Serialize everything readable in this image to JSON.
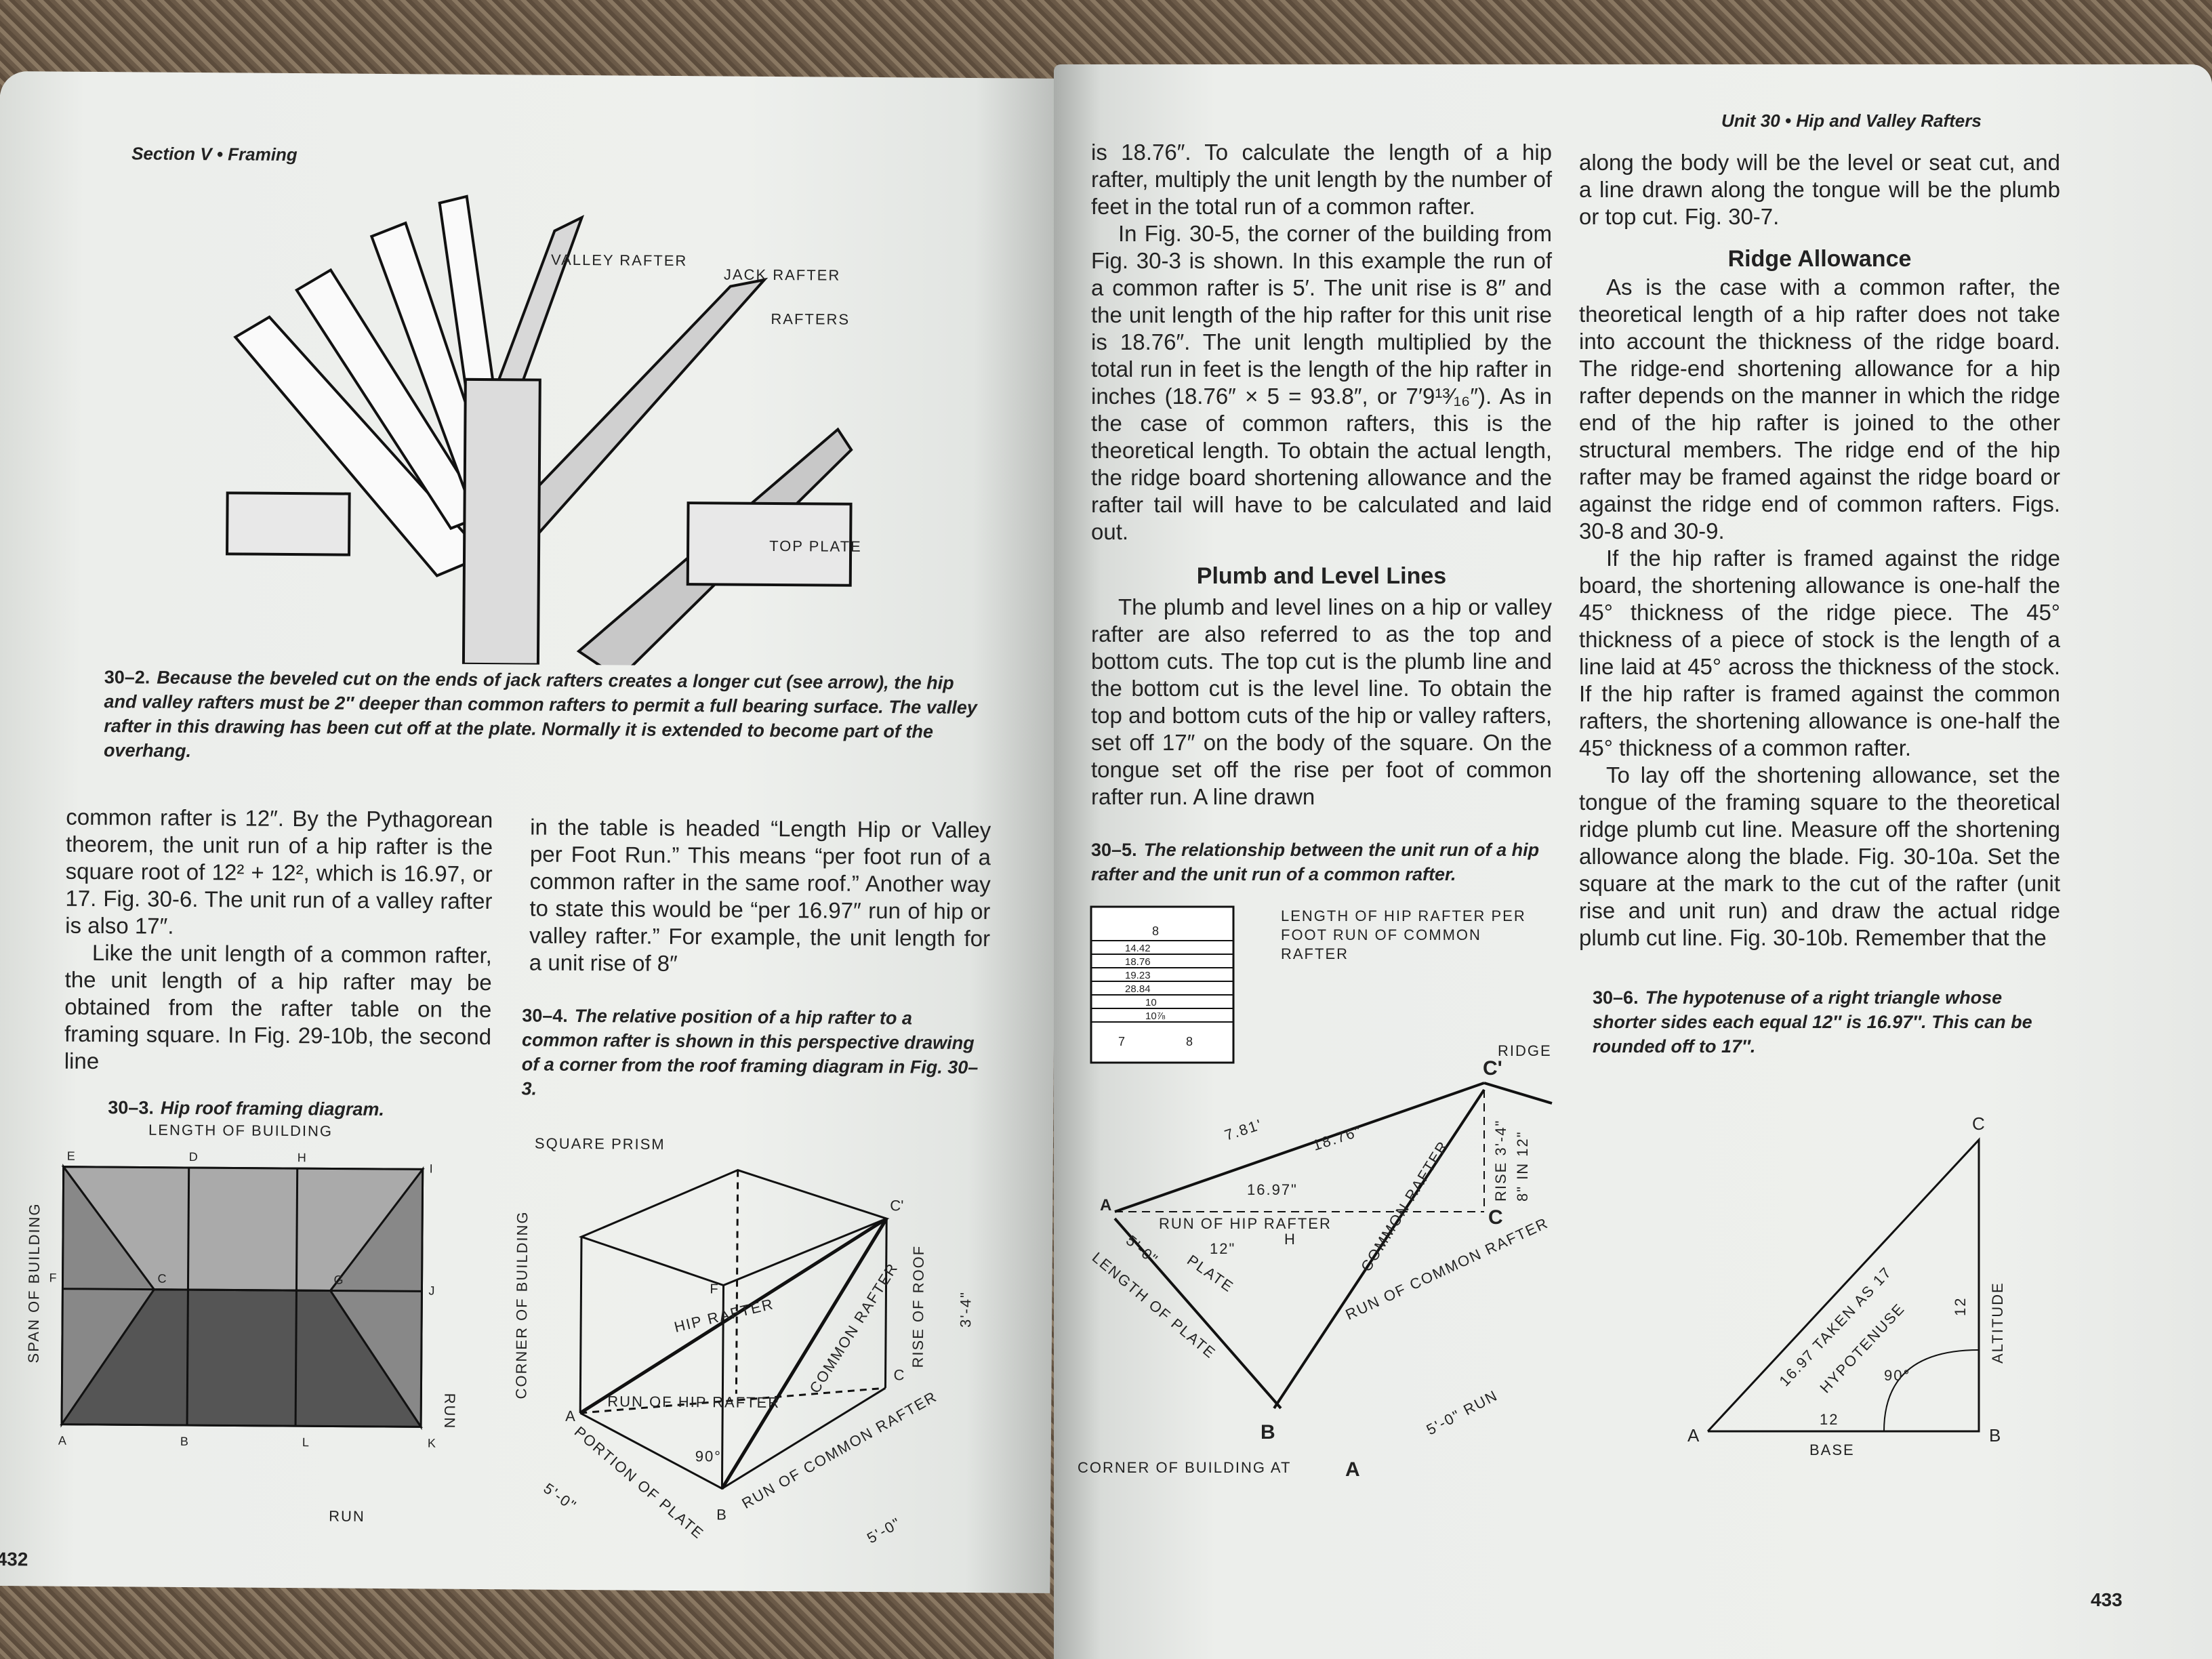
{
  "left_page": {
    "running_head": "Section V • Framing",
    "page_number": "432",
    "fig_30_2": {
      "labels": {
        "valley": "VALLEY RAFTER",
        "jack": "JACK RAFTER",
        "rafters": "RAFTERS",
        "top_plate": "TOP PLATE"
      },
      "caption_num": "30–2.",
      "caption": "Because the beveled cut on the ends of jack rafters creates a longer cut (see arrow), the hip and valley rafters must be 2″ deeper than common rafters to permit a full bearing surface. The valley rafter in this drawing has been cut off at the plate. Normally it is extended to become part of the overhang."
    },
    "col1": [
      "common rafter is 12″. By the Pythagorean theorem, the unit run of a hip rafter is the square root of 12² + 12², which is 16.97, or 17. Fig. 30-6. The unit run of a valley rafter is also 17″.",
      "Like the unit length of a common rafter, the unit length of a hip rafter may be obtained from the rafter table on the framing square. In Fig. 29-10b, the second line"
    ],
    "col2": [
      "in the table is headed “Length Hip or Valley per Foot Run.” This means “per foot run of a common rafter in the same roof.” Another way to state this would be “per 16.97″ run of hip or valley rafter.” For example, the unit length for a unit rise of 8″"
    ],
    "fig_30_3": {
      "caption_num": "30–3.",
      "caption": "Hip roof framing diagram.",
      "labels": {
        "length": "LENGTH OF BUILDING",
        "span": "SPAN OF BUILDING",
        "run": "RUN",
        "run_bottom": "RUN",
        "points": [
          "E",
          "D",
          "H",
          "I",
          "F",
          "C",
          "G",
          "J",
          "A",
          "B",
          "L",
          "K"
        ]
      }
    },
    "fig_30_4": {
      "caption_num": "30–4.",
      "caption": "The relative position of a hip rafter to a common rafter is shown in this perspective drawing of a corner from the roof framing diagram in Fig. 30–3.",
      "labels": {
        "prism": "SQUARE PRISM",
        "corner": "CORNER OF BUILDING",
        "hip": "HIP RAFTER",
        "run_hip": "RUN OF HIP RAFTER",
        "common": "COMMON RAFTER",
        "rise": "RISE OF ROOF",
        "rise_val": "3'-4\"",
        "plate": "PORTION OF PLATE",
        "run_common": "RUN OF COMMON RAFTER",
        "dim1": "5'-0\"",
        "dim2": "5'-0\"",
        "angle": "90°",
        "A": "A",
        "B": "B",
        "C": "C",
        "C_prime": "C'",
        "F": "F"
      }
    }
  },
  "right_page": {
    "running_head": "Unit 30 • Hip and Valley Rafters",
    "page_number": "433",
    "col1": [
      "is 18.76″. To calculate the length of a hip rafter, multiply the unit length by the number of feet in the total run of a common rafter.",
      "In Fig. 30-5, the corner of the building from Fig. 30-3 is shown. In this example the run of a common rafter is 5′. The unit rise is 8″ and the unit length of the hip rafter for this unit rise is 18.76″. The unit length multiplied by the total run in feet is the length of the hip rafter in inches (18.76″ × 5 = 93.8″, or 7′9¹³⁄₁₆″). As in the case of common rafters, this is the theoretical length. To obtain the actual length, the ridge board shortening allowance and the rafter tail will have to be calculated and laid out."
    ],
    "heading_plumb": "Plumb and Level Lines",
    "col1b": [
      "The plumb and level lines on a hip or valley rafter are also referred to as the top and bottom cuts. The top cut is the plumb line and the bottom cut is the level line. To obtain the top and bottom cuts of the hip or valley rafters, set off 17″ on the body of the square. On the tongue set off the rise per foot of common rafter run. A line drawn"
    ],
    "col2a": "along the body will be the level or seat cut, and a line drawn along the tongue will be the plumb or top cut. Fig. 30-7.",
    "heading_ridge": "Ridge Allowance",
    "col2": [
      "As is the case with a common rafter, the theoretical length of a hip rafter does not take into account the thickness of the ridge board. The ridge-end shortening allowance for a hip rafter depends on the manner in which the ridge end of the hip rafter is joined to the other structural members. The ridge end of the hip rafter may be framed against the ridge board or against the ridge end of common rafters. Figs. 30-8 and 30-9.",
      "If the hip rafter is framed against the ridge board, the shortening allowance is one-half the 45° thickness of the ridge piece. The 45° thickness of a piece of stock is the length of a line laid at 45° across the thickness of the stock. If the hip rafter is framed against the common rafters, the shortening allowance is one-half the 45° thickness of a common rafter.",
      "To lay off the shortening allowance, set the tongue of the framing square to the theoretical ridge plumb cut line. Measure off the shortening allowance along the blade. Fig. 30-10a. Set the square at the mark to the cut of the rafter (unit rise and unit run) and draw the actual ridge plumb cut line. Fig. 30-10b. Remember that the"
    ],
    "fig_30_5": {
      "caption_num": "30–5.",
      "caption": "The relationship between the unit run of a hip rafter and the unit run of a common rafter.",
      "table_values": [
        "14.42",
        "18.76",
        "19.23",
        "28.84",
        "10",
        "10⅞"
      ],
      "scale_marks": [
        "8",
        "7",
        "8"
      ],
      "labels": {
        "length_hip": "LENGTH OF HIP RAFTER PER FOOT RUN OF COMMON RAFTER",
        "ridge": "RIDGE",
        "total": "7.81'",
        "unit": "18.76\"",
        "run_hip": "RUN OF HIP RAFTER",
        "unit_run_hip": "16.97\"",
        "common": "COMMON RAFTER",
        "rise": "RISE 3'-4\"",
        "rise_per": "8\" IN 12\"",
        "run_common": "RUN OF COMMON RAFTER",
        "plate": "PLATE",
        "twelve": "12\"",
        "length_plate": "LENGTH OF PLATE",
        "plate_dim": "5'-0\"",
        "run_dim": "5'-0\" RUN",
        "corner": "CORNER OF BUILDING AT",
        "A": "A",
        "B": "B",
        "C": "C",
        "C_prime": "C'",
        "H": "H"
      }
    },
    "fig_30_6": {
      "caption_num": "30–6.",
      "caption": "The hypotenuse of a right triangle whose shorter sides each equal 12″ is 16.97″. This can be rounded off to 17″.",
      "labels": {
        "hyp_val": "16.97 TAKEN AS 17",
        "hyp": "HYPOTENUSE",
        "alt_val": "12",
        "alt": "ALTITUDE",
        "base_val": "12",
        "base": "BASE",
        "angle": "90°",
        "A": "A",
        "B": "B",
        "C": "C"
      }
    }
  }
}
